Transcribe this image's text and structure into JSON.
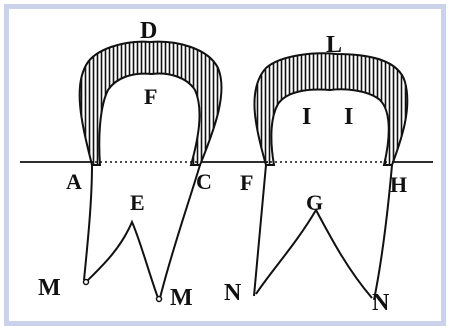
{
  "frame_color": "#cbd2ec",
  "ink_color": "#111111",
  "labels": {
    "left_crown_top": "D",
    "left_crown_inner": "F",
    "left_gum_left": "A",
    "left_gum_right": "C",
    "left_root_split": "E",
    "left_root_tip_left": "M",
    "left_root_tip_right": "M",
    "right_crown_top": "L",
    "right_crown_inner_1": "I",
    "right_crown_inner_2": "I",
    "right_gum_left": "F",
    "right_gum_right": "H",
    "right_root_split": "G",
    "right_root_tip_left": "N",
    "right_root_tip_right": "N"
  }
}
